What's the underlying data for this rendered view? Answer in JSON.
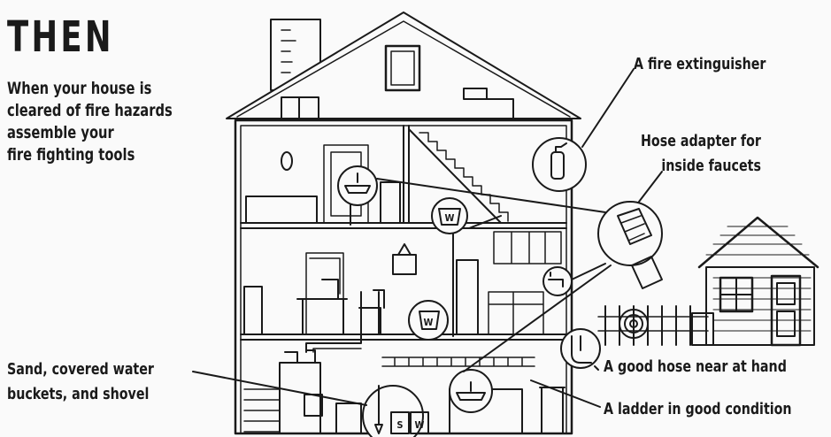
{
  "heading": "THEN",
  "intro_lines": [
    "When your house is",
    "cleared of fire hazards",
    "assemble your",
    "fire fighting tools"
  ],
  "callouts": {
    "extinguisher": "A fire extinguisher",
    "hose_adapter": [
      "Hose adapter for",
      "inside faucets"
    ],
    "sand_buckets": [
      "Sand, covered water",
      "buckets, and shovel"
    ],
    "hose": "A good hose near at hand",
    "ladder": "A ladder in good condition"
  },
  "bucket_labels": {
    "water": "W",
    "sand": "S"
  }
}
